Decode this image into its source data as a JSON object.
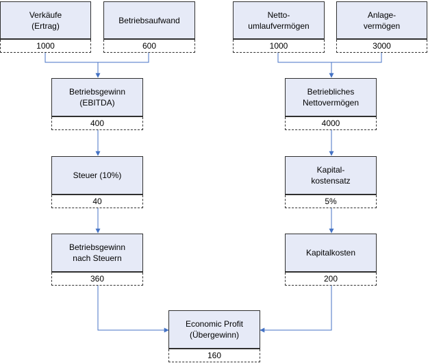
{
  "colors": {
    "box_fill": "#e6eaf7",
    "box_border": "#2f2f2f",
    "connector": "#4472c4",
    "background": "#ffffff"
  },
  "nodes": {
    "verkaeufe": {
      "label": "Verkäufe\n(Ertrag)",
      "value": "1000"
    },
    "betriebsaufwand": {
      "label": "Betriebsaufwand",
      "value": "600"
    },
    "nettoumlaufvermoegen": {
      "label": "Netto-\numlaufvermögen",
      "value": "1000"
    },
    "anlagevermoegen": {
      "label": "Anlage-\nvermögen",
      "value": "3000"
    },
    "betriebsgewinn": {
      "label": "Betriebsgewinn\n(EBITDA)",
      "value": "400"
    },
    "betriebliches_nettovermoegen": {
      "label": "Betriebliches\nNettovermögen",
      "value": "4000"
    },
    "steuer": {
      "label": "Steuer (10%)",
      "value": "40"
    },
    "kapitalkostensatz": {
      "label": "Kapital-\nkostensatz",
      "value": "5%"
    },
    "betriebsgewinn_nach_steuern": {
      "label": "Betriebsgewinn\nnach Steuern",
      "value": "360"
    },
    "kapitalkosten": {
      "label": "Kapitalkosten",
      "value": "200"
    },
    "economic_profit": {
      "label": "Economic Profit\n(Übergewinn)",
      "value": "160"
    }
  }
}
